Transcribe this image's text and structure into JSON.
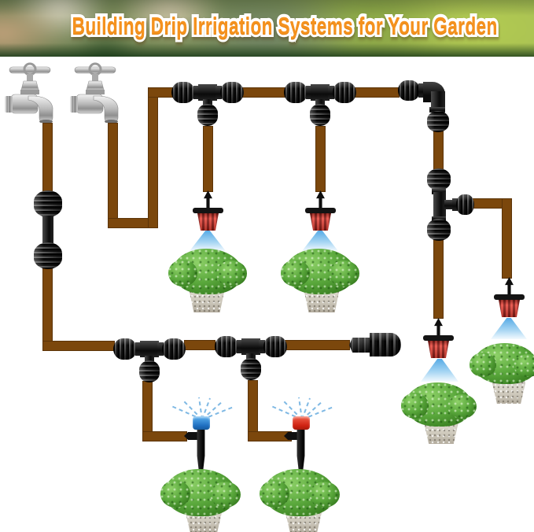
{
  "title": {
    "text": "Building Drip Irrigation Systems for Your Garden"
  },
  "colors": {
    "title_orange": "#f5921e",
    "title_outline": "#ffffff",
    "tube_brown": "#7b470c",
    "fitting_black": "#141414",
    "dripper_red": "#e8473c",
    "spray_blue": "#9fd2f2",
    "stake_cap_blue": "#1f6fc0",
    "stake_cap_red": "#cf2212",
    "plant_green": "#5aa83c",
    "pot_gray": "#cfcabd",
    "faucet_chrome": "#c9c9c9"
  },
  "components": {
    "water_sources": [
      "outdoor-faucet-1",
      "outdoor-faucet-2"
    ],
    "fittings": [
      "straight-coupling",
      "tee-connector-1",
      "tee-connector-2",
      "elbow-connector",
      "side-outlet-tee",
      "tee-connector-3",
      "tee-connector-4",
      "barbed-end-plug"
    ],
    "emitters": [
      "red-dripper-1",
      "red-dripper-2",
      "red-dripper-3",
      "red-dripper-4",
      "spray-stake-blue-cap",
      "spray-stake-red-cap"
    ],
    "plants": [
      "potted-plant-1",
      "potted-plant-2",
      "potted-plant-3",
      "potted-plant-4",
      "potted-plant-5",
      "potted-plant-6"
    ]
  }
}
